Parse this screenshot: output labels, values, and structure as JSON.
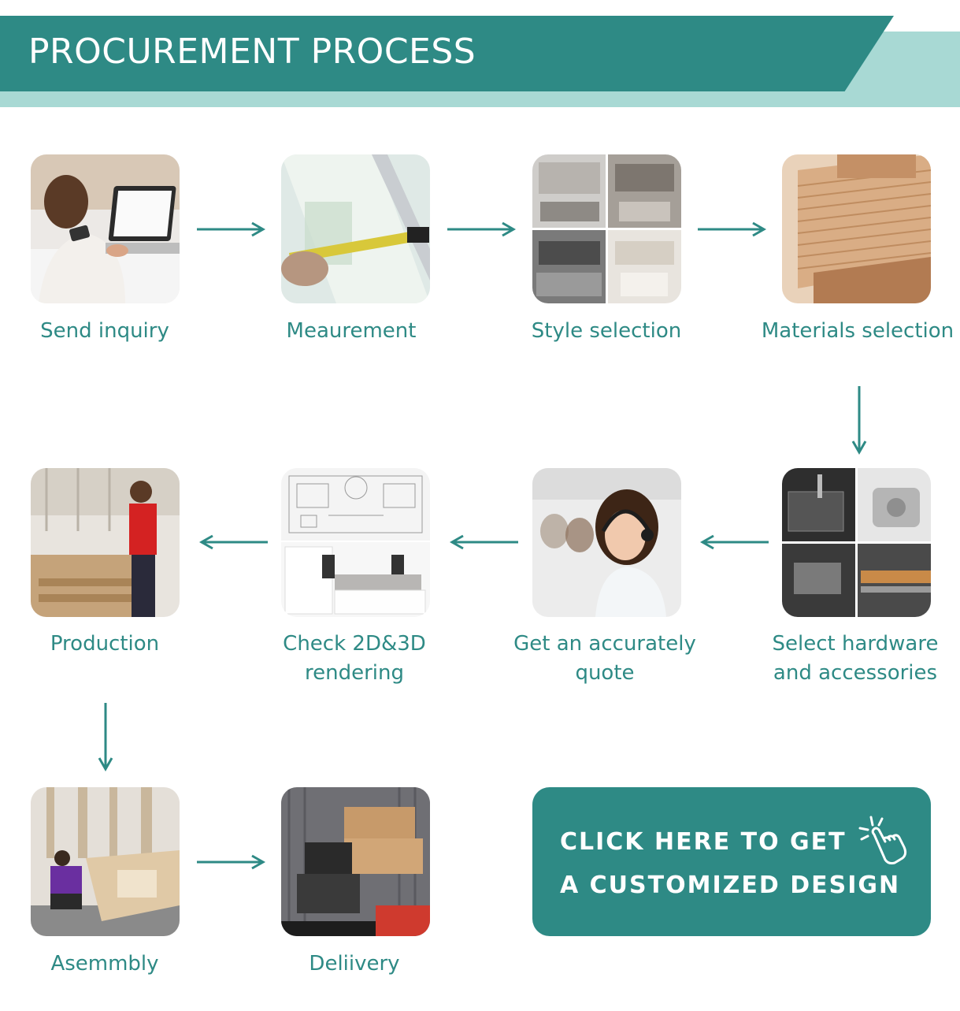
{
  "header": {
    "title": "PROCUREMENT PROCESS"
  },
  "steps": {
    "send_inquiry": "Send inquiry",
    "measurement": "Meaurement",
    "style": "Style selection",
    "materials": "Materials  selection",
    "hardware_1": "Select hardware",
    "hardware_2": "and accessories",
    "quote_1": "Get an accurately",
    "quote_2": "quote",
    "rendering_1": "Check 2D&3D",
    "rendering_2": "rendering",
    "production": "Production",
    "assembly": "Asemmbly",
    "delivery": "Deliivery"
  },
  "cta": {
    "line1": "CLICK HERE  TO  GET",
    "line2": "A  CUSTOMIZED  DESIGN"
  },
  "colors": {
    "primary": "#2e8a85",
    "light": "#a8d9d4",
    "text": "#2e8a85"
  },
  "icons": {
    "cta": "hand-pointer-click-icon",
    "flow": "arrow-icon"
  }
}
